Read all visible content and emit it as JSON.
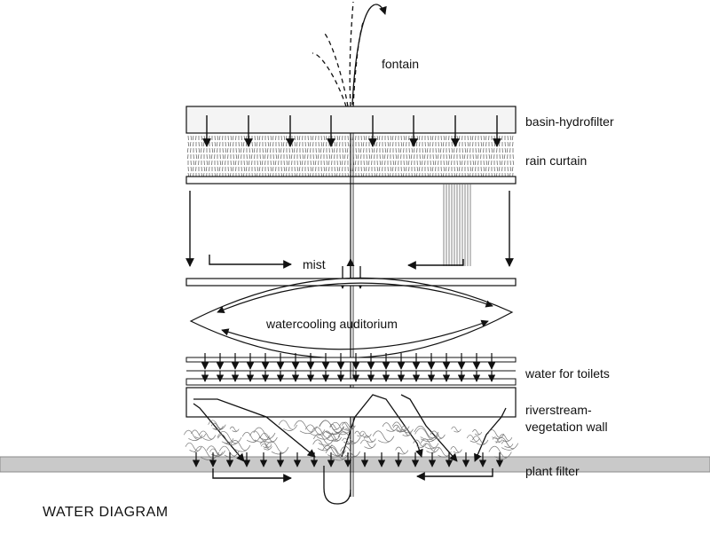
{
  "title": "WATER DIAGRAM",
  "labels": {
    "fountain": "fontain",
    "basin": "basin-hydrofilter",
    "rain": "rain curtain",
    "mist": "mist",
    "auditorium": "watercooling auditorium",
    "toilets": "water for toilets",
    "riverstream_1": "riverstream-",
    "riverstream_2": "vegetation wall",
    "plant_filter": "plant filter"
  },
  "colors": {
    "ink": "#111111",
    "background": "#ffffff",
    "ground": "#c9c9c9",
    "panel_fill": "#f4f4f4"
  }
}
